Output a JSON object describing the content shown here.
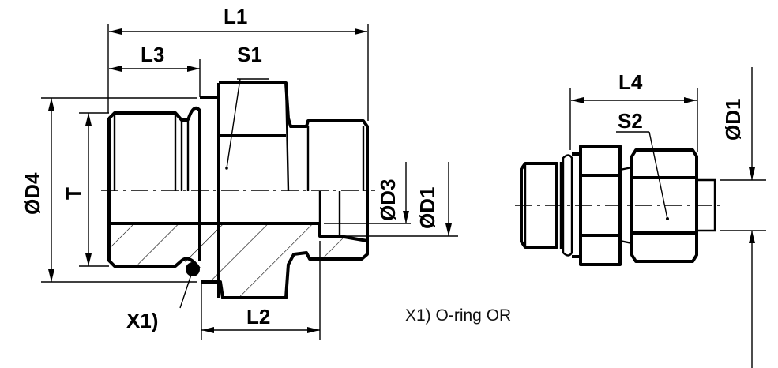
{
  "labels": {
    "L1": "L1",
    "L2": "L2",
    "L3": "L3",
    "L4": "L4",
    "S1": "S1",
    "S2": "S2",
    "D1_left": "ØD1",
    "D1_right": "ØD1",
    "D3": "ØD3",
    "D4": "ØD4",
    "T": "T",
    "X1": "X1)"
  },
  "caption": "X1) O-ring OR"
}
